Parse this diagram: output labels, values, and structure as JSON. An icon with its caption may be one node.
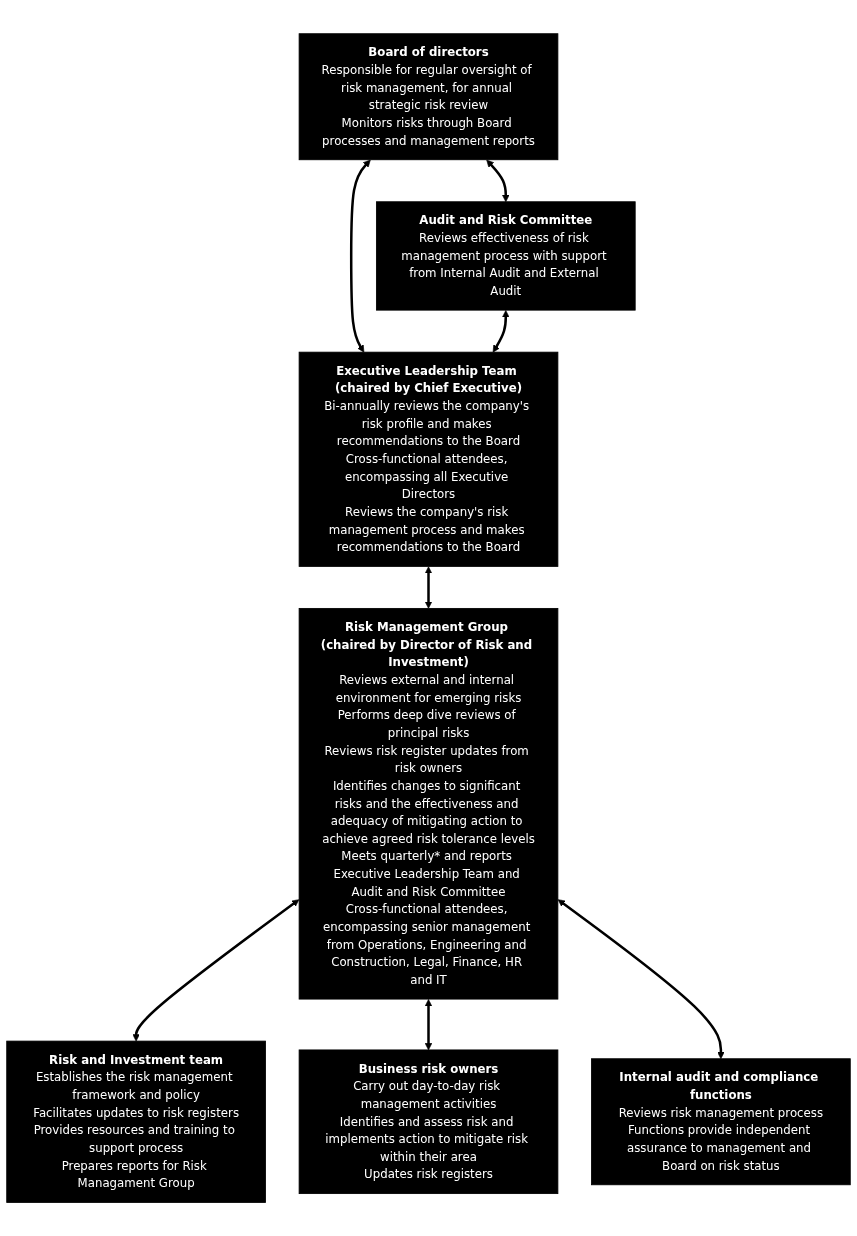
{
  "diagram": {
    "nodes": [
      {
        "text": [
          "Board of directors",
          "Responsible for regular oversight of risk management, for annual strategic risk review",
          "Monitors risks through Board processes and management reports"
        ]
      },
      {
        "text": [
          "Audit and Risk Committee",
          "Reviews effectiveness of risk management process with support from Internal Audit and External Audit"
        ]
      },
      {
        "text": [
          "Executive Leadership Team (chaired by Chief Executive)",
          "Bi-annually reviews the company's risk profile and makes recommendations to the Board",
          "Cross-functional attendees, encompassing all Executive Directors",
          "Reviews the company's risk management process and makes recommendations to the Board"
        ]
      },
      {
        "text": [
          "Risk Management Group (chaired by Director of Risk and Investment)",
          "Reviews external and internal environment for emerging risks",
          "Performs deep dive reviews of principal risks",
          "Reviews risk register updates from risk owners",
          "Identifies changes to significant risks and the effectiveness and adequacy of mitigating action to achieve agreed risk tolerance levels",
          "Meets quarterly* and reports Executive Leadership Team and Audit and Risk Committee",
          "Cross-functional attendees, encompassing senior management from Operations, Engineering and Construction, Legal, Finance, HR and IT"
        ]
      },
      {
        "text": [
          "Risk and Investment team",
          "Establishes the risk management framework and policy",
          "Facilitates updates to risk registers",
          "Provides resources and training to support process",
          "Prepares reports for Risk Managament Group"
        ]
      },
      {
        "text": [
          "Business risk owners",
          "Carry out day-to-day risk management activities",
          "Identifies and assess risk and implements action to mitigate risk within their area",
          "Updates risk registers"
        ]
      },
      {
        "text": [
          "Internal audit and compliance functions",
          "Reviews risk management process",
          "Functions provide independent assurance to management and Board on risk status"
        ]
      }
    ],
    "edges": [
      {
        "from": 0,
        "to": 1,
        "arrow": "both"
      },
      {
        "from": 0,
        "to": 2,
        "arrow": "both"
      },
      {
        "from": 1,
        "to": 2,
        "arrow": "both"
      },
      {
        "from": 2,
        "to": 3,
        "arrow": "both"
      },
      {
        "from": 3,
        "to": 4,
        "arrow": "both"
      },
      {
        "from": 3,
        "to": 5,
        "arrow": "both"
      },
      {
        "from": 3,
        "to": 6,
        "arrow": "both"
      }
    ]
  }
}
